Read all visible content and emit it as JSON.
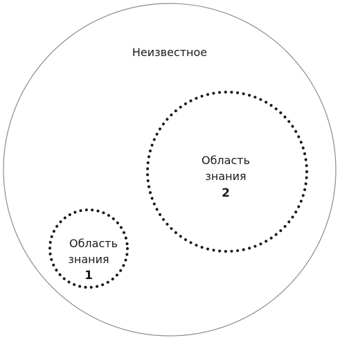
{
  "diagram": {
    "outer_label": "Неизвестное",
    "regions": [
      {
        "line1": "Область",
        "line2": "знания",
        "number": "1"
      },
      {
        "line1": "Область",
        "line2": "знания",
        "number": "2"
      }
    ]
  }
}
